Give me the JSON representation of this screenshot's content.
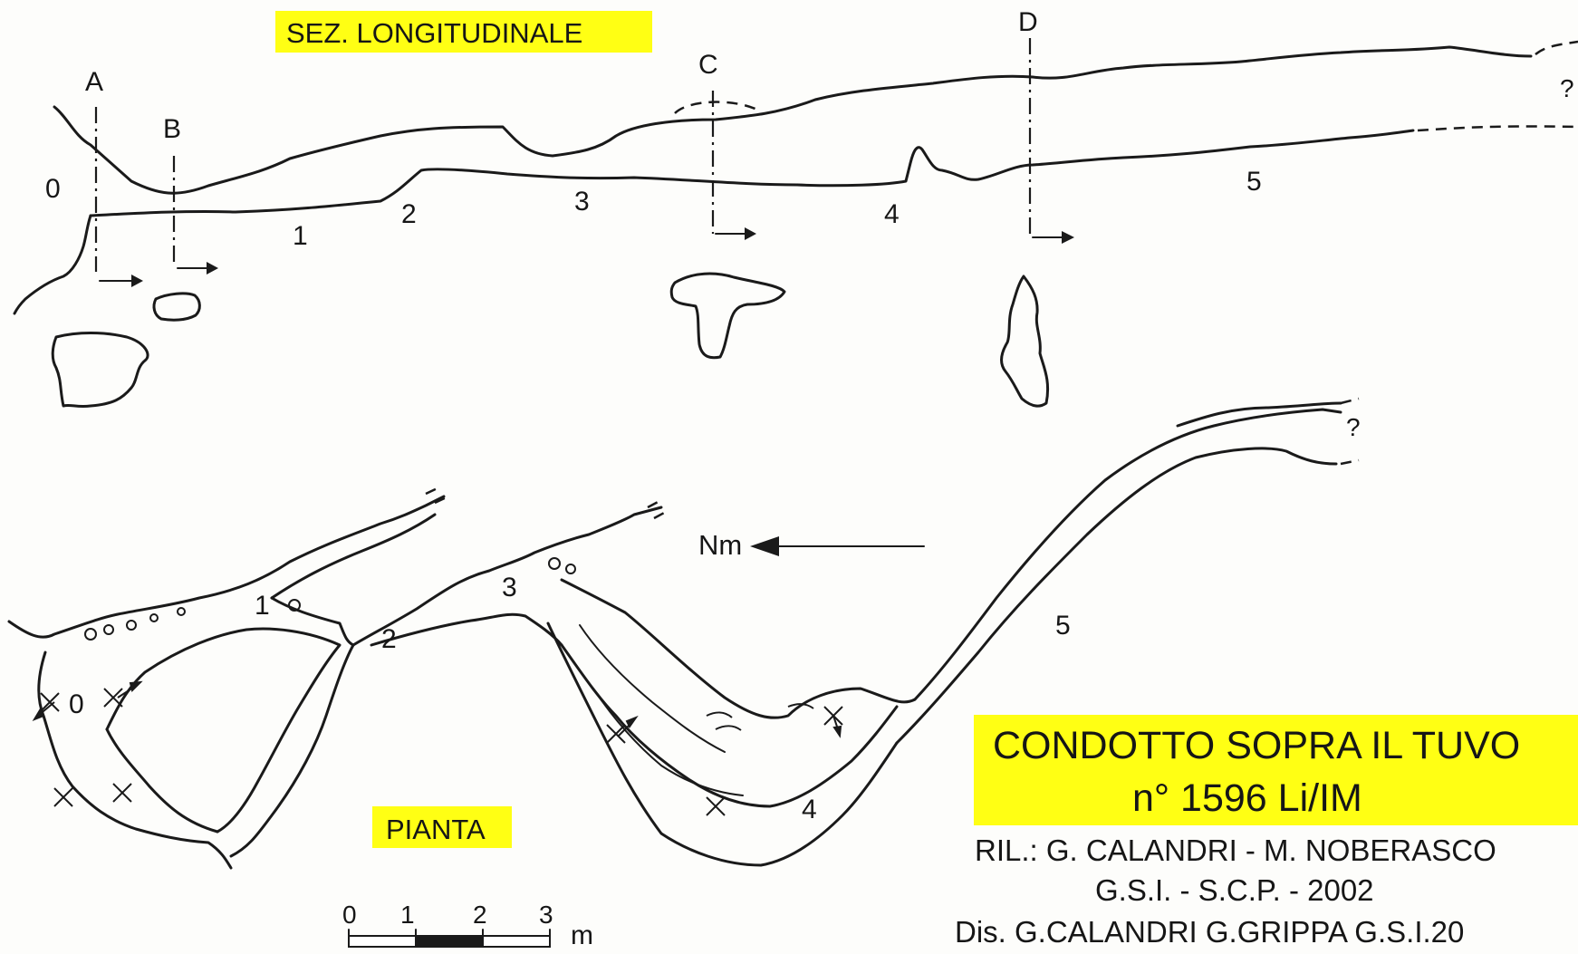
{
  "headings": {
    "section": "SEZ. LONGITUDINALE",
    "plan": "PIANTA"
  },
  "section_markers": {
    "a": "A",
    "b": "B",
    "c": "C",
    "d": "D"
  },
  "section_numbers": {
    "n0": "0",
    "n1": "1",
    "n2": "2",
    "n3": "3",
    "n4": "4",
    "n5": "5",
    "q": "?"
  },
  "plan_numbers": {
    "n0": "0",
    "n1": "1",
    "n2": "2",
    "n3": "3",
    "n4": "4",
    "n5": "5",
    "q": "?"
  },
  "north_label": "Nm",
  "scale_bar": {
    "ticks": [
      "0",
      "1",
      "2",
      "3"
    ],
    "unit": "m"
  },
  "title_block": {
    "name": "CONDOTTO SOPRA IL TUVO",
    "number": "n° 1596 Li/IM",
    "survey": "RIL.: G. CALANDRI - M. NOBERASCO",
    "groups": "G.S.I. - S.C.P. - 2002",
    "drawing": "Dis. G.CALANDRI G.GRIPPA G.S.I.20"
  },
  "colors": {
    "highlight": "#ffff14",
    "ink": "#1a1a1a"
  }
}
